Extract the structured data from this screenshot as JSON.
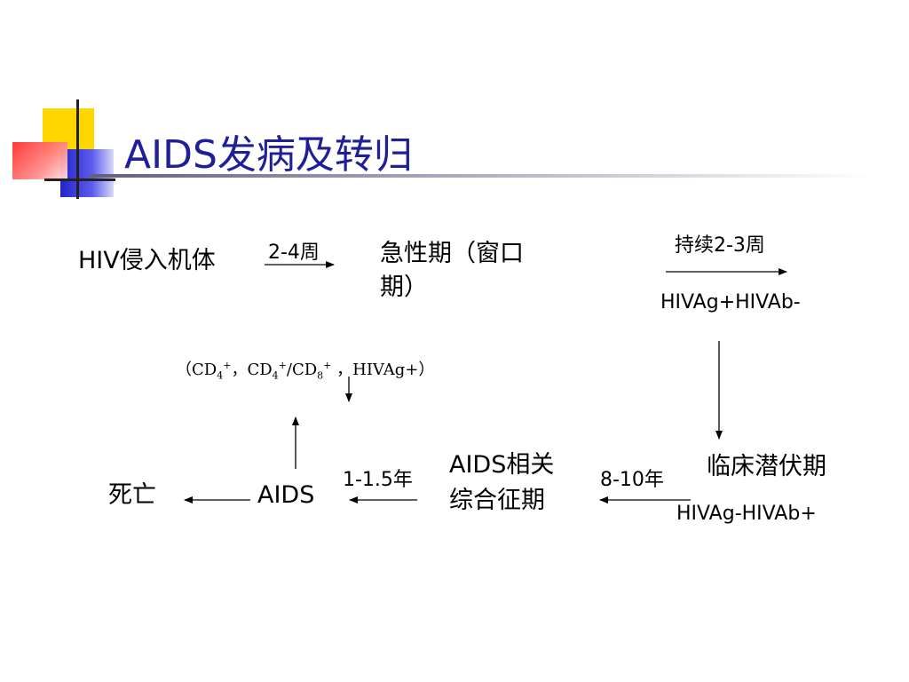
{
  "title": "AIDS发病及转归",
  "nodes": {
    "hiv_entry": "HIV侵入机体",
    "acute_line1": "急性期（窗口",
    "acute_line2": "期）",
    "clinical_latent": "临床潜伏期",
    "related_line1": "AIDS相关",
    "related_line2": "综合征期",
    "aids": "AIDS",
    "death": "死亡"
  },
  "labels": {
    "entry_to_acute": "2-4周",
    "acute_duration": "持续2-3周",
    "acute_markers": "HIVAg+HIVAb-",
    "latent_markers": "HIVAg-HIVAb+",
    "latent_to_related": "8-10年",
    "related_to_aids": "1-1.5年"
  },
  "markers": {
    "open_paren": "（",
    "cd": "CD",
    "sub4": "4",
    "sub8": "8",
    "plus": "+",
    "comma": "，",
    "slash": "/",
    "spaced_comma": " ，",
    "hivag": "HIVAg+",
    "close_paren": "）"
  },
  "colors": {
    "title": "#1f1f99",
    "yellow": "#ffd500",
    "blue": "#2b2bcc",
    "red": "#ff4040"
  }
}
